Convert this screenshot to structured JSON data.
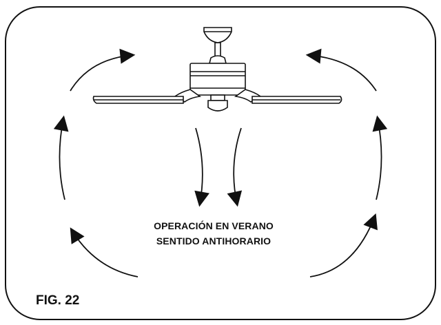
{
  "diagram": {
    "caption_line_1": "OPERACIÓN EN VERANO",
    "caption_line_2": "SENTIDO ANTIHORARIO",
    "figure_label": "FIG. 22",
    "stroke_color": "#111111",
    "background_color": "#ffffff",
    "icon": "ceiling-fan-icon"
  }
}
